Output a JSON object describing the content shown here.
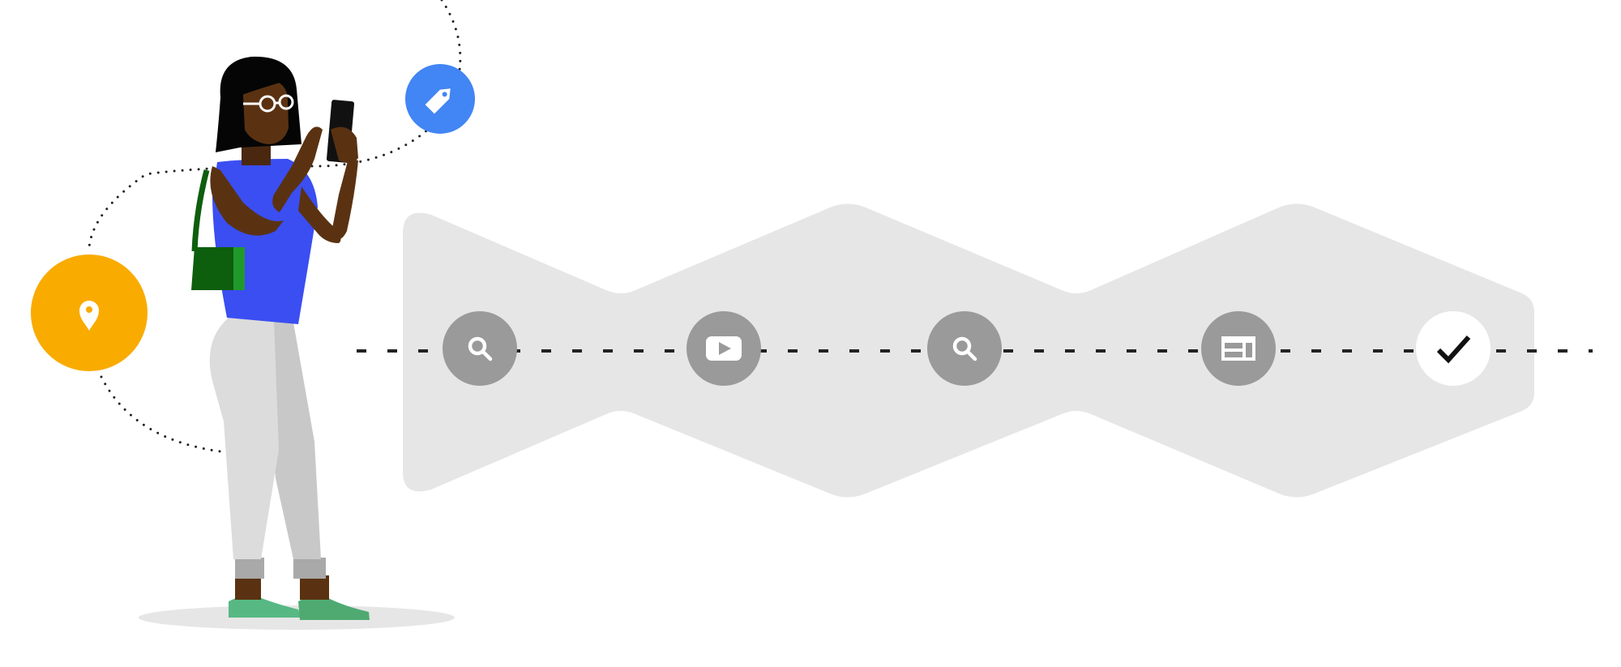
{
  "colors": {
    "background": "#ffffff",
    "journey_band": "#e6e6e6",
    "step_circle": "#9a9a9a",
    "step_complete": "#ffffff",
    "dotted_line": "#222222",
    "location_bubble": "#f9ab00",
    "tag_bubble": "#4285f4",
    "shirt": "#3a4ef2",
    "skin": "#5a3212",
    "hair": "#050505",
    "pants": "#d6d6d6",
    "bag": "#0d5e0d",
    "shoes": "#57b884"
  },
  "touchpoints": [
    {
      "icon": "location-pin-icon",
      "bubble": "location"
    },
    {
      "icon": "price-tag-icon",
      "bubble": "tag"
    }
  ],
  "journey_steps": [
    {
      "icon": "search-icon",
      "state": "pending"
    },
    {
      "icon": "youtube-play-icon",
      "state": "pending"
    },
    {
      "icon": "search-icon",
      "state": "pending"
    },
    {
      "icon": "web-page-icon",
      "state": "pending"
    },
    {
      "icon": "checkmark-icon",
      "state": "complete"
    }
  ]
}
